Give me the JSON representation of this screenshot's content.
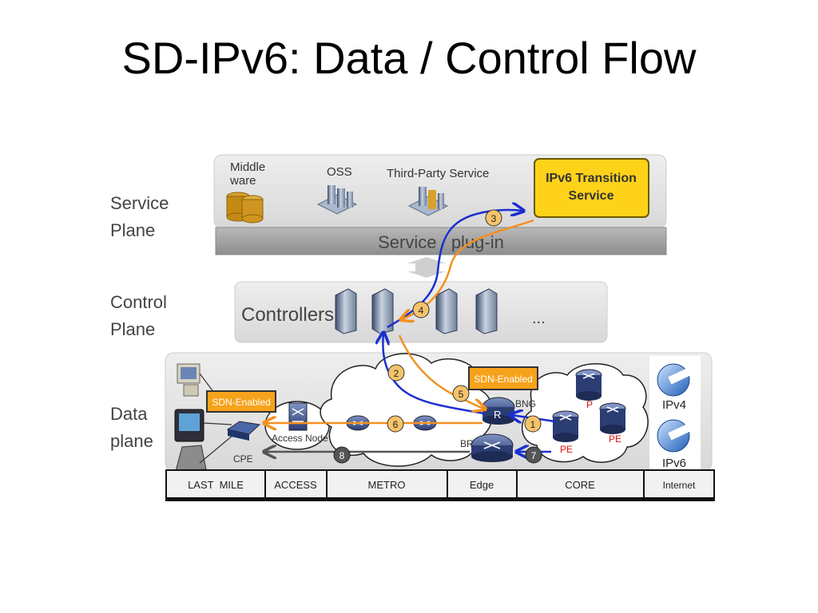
{
  "title": "SD-IPv6: Data / Control Flow",
  "planes": {
    "service": [
      "Service",
      "Plane"
    ],
    "control": [
      "Control",
      "Plane"
    ],
    "data": [
      "Data",
      "plane"
    ]
  },
  "service_plane": {
    "middleware": [
      "Middle",
      "ware"
    ],
    "oss": "OSS",
    "third_party": "Third-Party Service",
    "transition": [
      "IPv6 Transition",
      "Service"
    ],
    "plugin_bar": "Service   plug-in"
  },
  "control_plane": {
    "controllers": "Controllers",
    "ellipsis": "..."
  },
  "data_plane": {
    "sdn_enabled_left": "SDN-Enabled",
    "sdn_enabled_right": "SDN-Enabled",
    "access_node": "Access Node",
    "cpe": "CPE",
    "bng": "BNG",
    "router_r": "R",
    "br": "BR",
    "p": "P",
    "pe_top": "PE",
    "pe_bottom": "PE",
    "ipv4": "IPv4",
    "ipv6": "IPv6"
  },
  "steps": [
    "1",
    "2",
    "3",
    "4",
    "5",
    "6",
    "7",
    "8"
  ],
  "segments": [
    "LAST  MILE",
    "ACCESS",
    "METRO",
    "Edge",
    "CORE",
    "Internet"
  ],
  "colors": {
    "blue_flow": "#1a2fd0",
    "orange_flow": "#f39020",
    "transition_fill": "#ffd21a",
    "sdn_fill": "#f7a21b",
    "step_badge": "#f5c36a"
  }
}
